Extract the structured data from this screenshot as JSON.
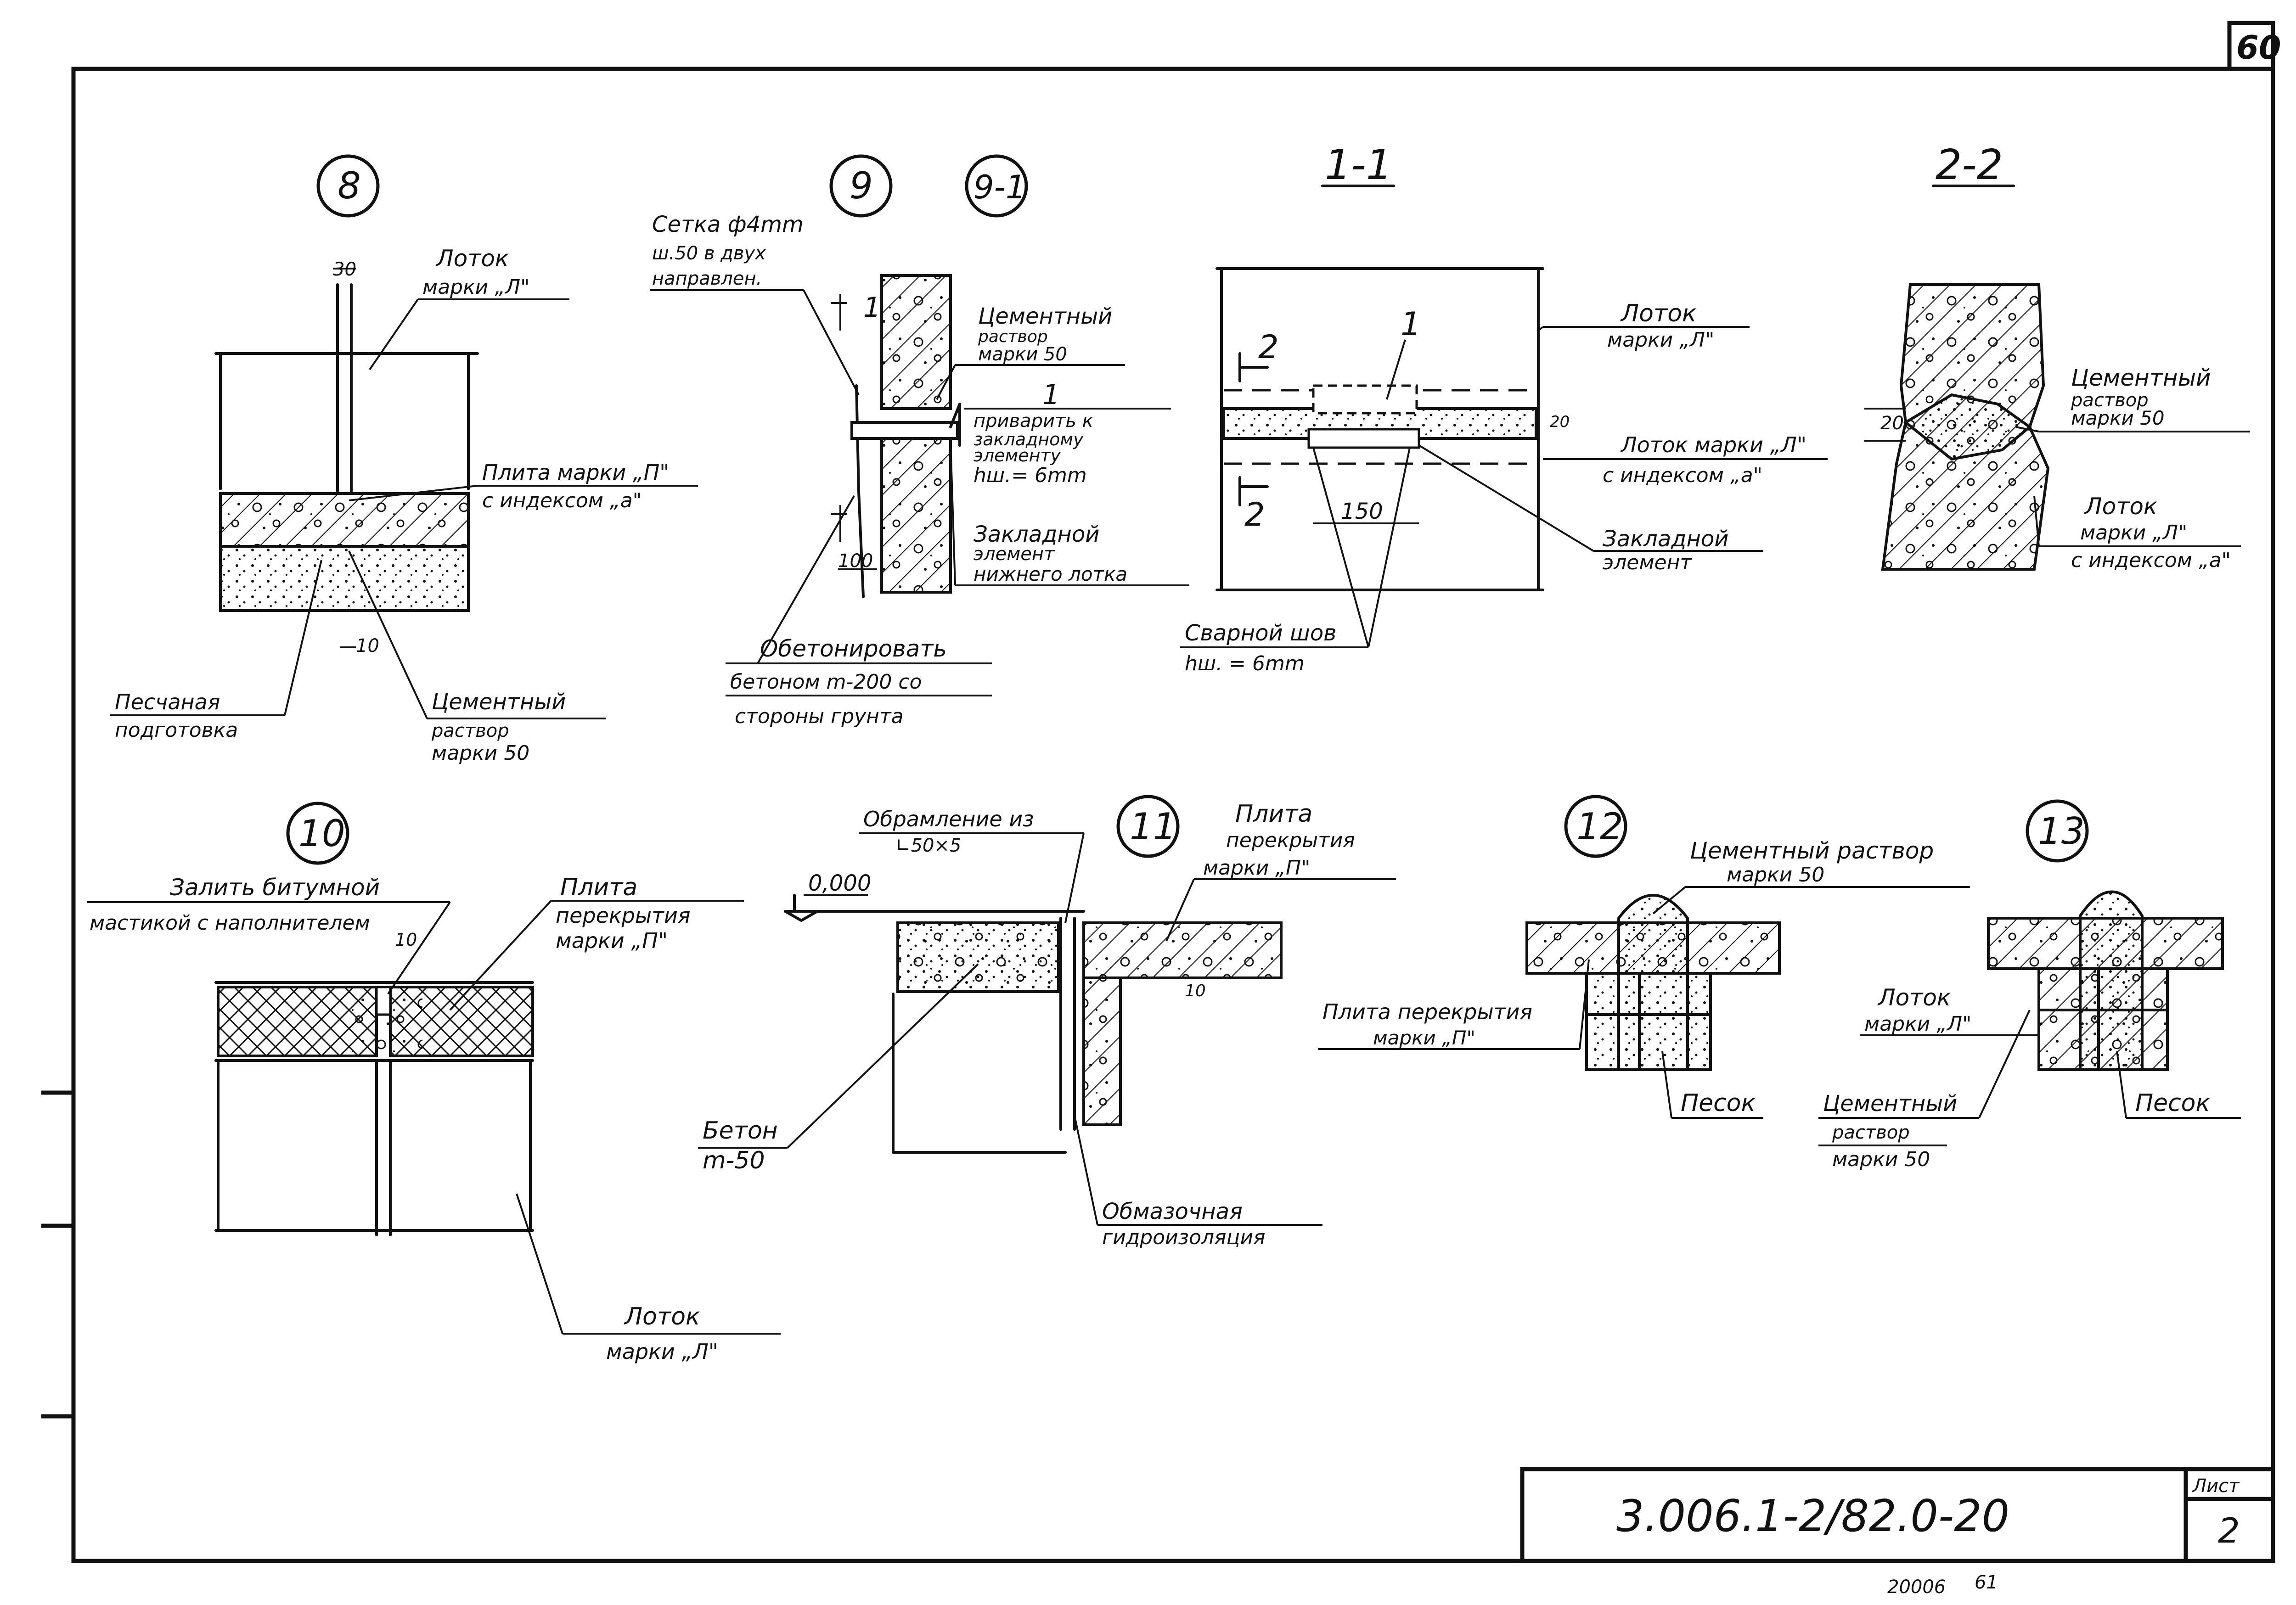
{
  "sheet": {
    "page_number": "60",
    "drawing_code": "3.006.1-2/82.0-20",
    "sheet_label": "Лист",
    "sheet_number": "2",
    "footer_a": "20006",
    "footer_b": "61"
  },
  "nodes": {
    "n8": "8",
    "n9": "9",
    "n9_1": "9-1",
    "n10": "10",
    "n11": "11",
    "n12": "12",
    "n13": "13",
    "sec_1_1": "1-1",
    "sec_2_2": "2-2"
  },
  "detail8": {
    "dim_30": "30",
    "dim_10": "10",
    "tray_l1": "Лоток",
    "tray_l2": "марки „Л\"",
    "slab_l1": "Плита марки „П\"",
    "slab_l2": "с индексом „а\"",
    "sand_l1": "Песчаная",
    "sand_l2": "подготовка",
    "mortar_l1": "Цементный",
    "mortar_l2": "раствор",
    "mortar_l3": "марки 50"
  },
  "detail9": {
    "mesh_l1": "Сетка ф4mm",
    "mesh_l2": "ш.50 в двух",
    "mesh_l3": "направлен.",
    "mortar_l1": "Цементный",
    "mortar_l2": "раствор",
    "mortar_l3": "марки 50",
    "cut_mark": "1",
    "weld_l1": "приварить к",
    "weld_l2": "закладному",
    "weld_l3": "элементу",
    "weld_l4": "hш.= 6mm",
    "embed_l1": "Закладной",
    "embed_l2": "элемент",
    "embed_l3": "нижнего лотка",
    "dim_100": "100",
    "concrete_l1": "Обетонировать",
    "concrete_l2": "бетоном m-200 со",
    "concrete_l3": "стороны грунта"
  },
  "section11": {
    "cut_1": "1",
    "cut_2a": "2",
    "cut_2b": "2",
    "dim_20": "20",
    "dim_150": "150",
    "tray_l1": "Лоток",
    "tray_l2": "марки „Л\"",
    "tray2_l1": "Лоток марки „Л\"",
    "tray2_l2": "с индексом „а\"",
    "embed_l1": "Закладной",
    "embed_l2": "элемент",
    "weld_l1": "Сварной шов",
    "weld_l2": "hш. = 6mm"
  },
  "section22": {
    "dim_20": "20",
    "mortar_l1": "Цементный",
    "mortar_l2": "раствор",
    "mortar_l3": "марки 50",
    "tray_l1": "Лоток",
    "tray_l2": "марки „Л\"",
    "tray_l3": "с индексом „а\""
  },
  "detail10": {
    "fill_l1": "Залить битумной",
    "fill_l2": "мастикой с наполнителем",
    "dim_10": "10",
    "slab_l1": "Плита",
    "slab_l2": "перекрытия",
    "slab_l3": "марки „П\"",
    "tray_l1": "Лоток",
    "tray_l2": "марки „Л\""
  },
  "detail11": {
    "frame_l1": "Обрамление из",
    "frame_l2": "∟50×5",
    "level": "0,000",
    "slab_l1": "Плита",
    "slab_l2": "перекрытия",
    "slab_l3": "марки „П\"",
    "dim_10": "10",
    "concrete_l1": "Бетон",
    "concrete_l2": "m-50",
    "waterproof_l1": "Обмазочная",
    "waterproof_l2": "гидроизоляция"
  },
  "detail12": {
    "mortar_l1": "Цементный раствор",
    "mortar_l2": "марки 50",
    "slab_l1": "Плита перекрытия",
    "slab_l2": "марки „П\"",
    "sand": "Песок"
  },
  "detail13": {
    "tray_l1": "Лоток",
    "tray_l2": "марки „Л\"",
    "mortar_l1": "Цементный",
    "mortar_l2": "раствор",
    "mortar_l3": "марки 50",
    "sand": "Песок"
  }
}
